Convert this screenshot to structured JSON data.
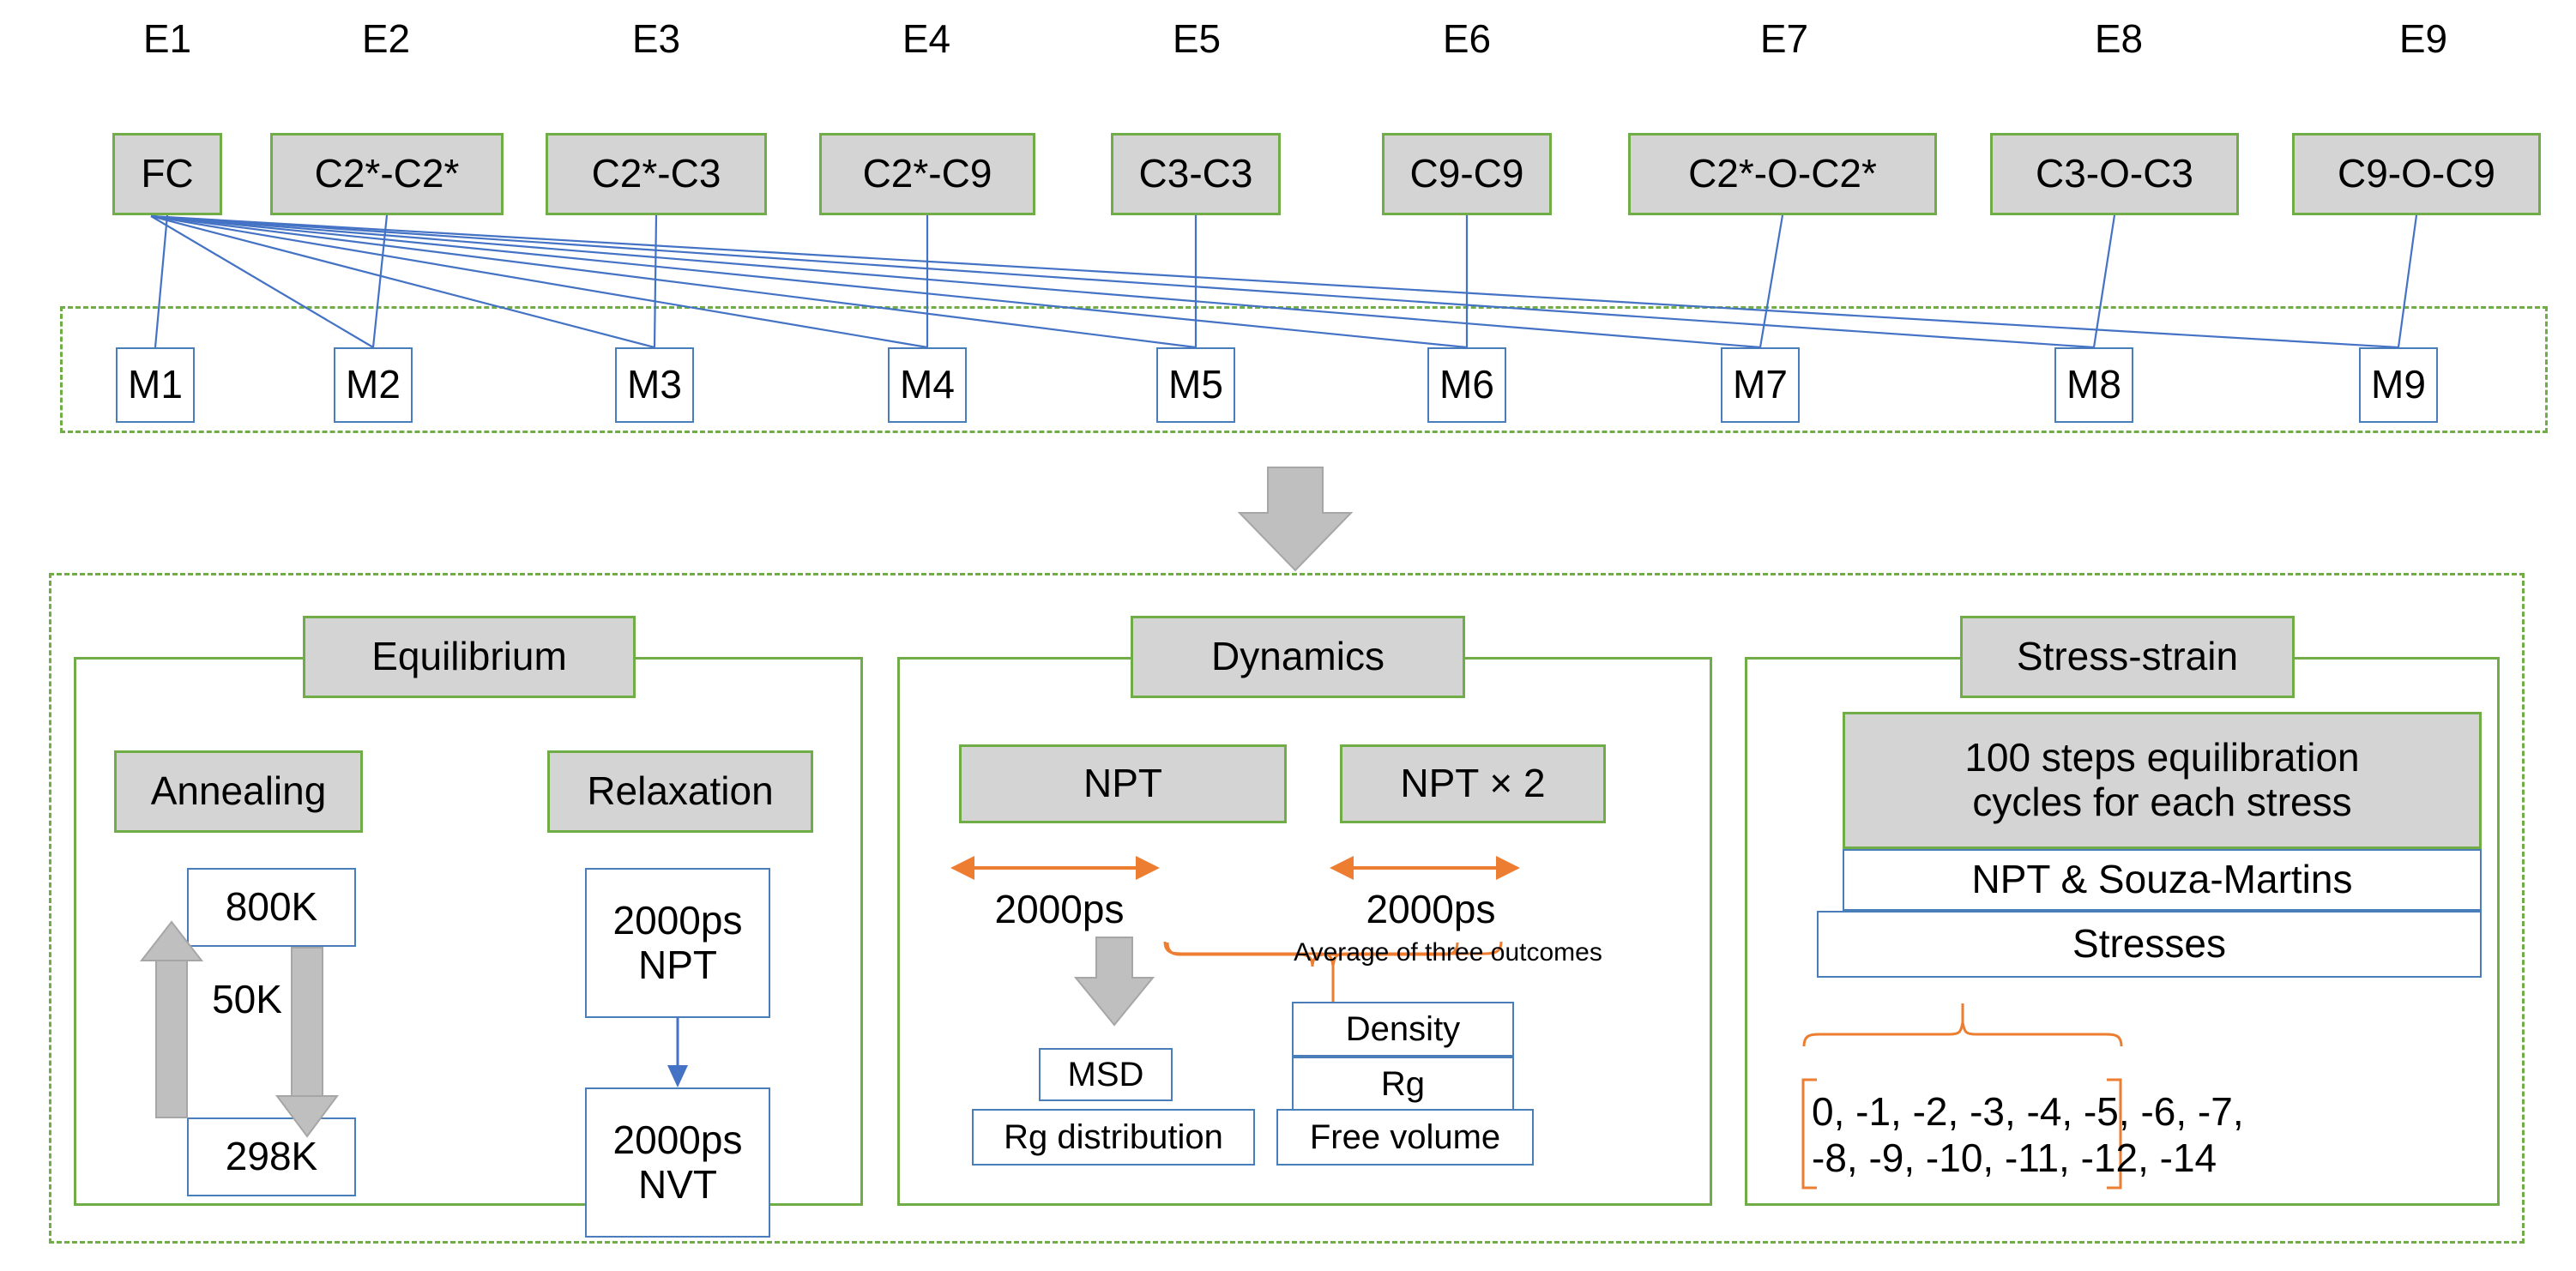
{
  "top": {
    "column_labels": [
      "E1",
      "E2",
      "E3",
      "E4",
      "E5",
      "E6",
      "E7",
      "E8",
      "E9"
    ],
    "chemistry_boxes": [
      "FC",
      "C2*-C2*",
      "C2*-C3",
      "C2*-C9",
      "C3-C3",
      "C9-C9",
      "C2*-O-C2*",
      "C3-O-C3",
      "C9-O-C9"
    ],
    "model_boxes": [
      "M1",
      "M2",
      "M3",
      "M4",
      "M5",
      "M6",
      "M7",
      "M8",
      "M9"
    ]
  },
  "equilibrium": {
    "title": "Equilibrium",
    "annealing": {
      "title": "Annealing",
      "high_temp": "800K",
      "step": "50K",
      "low_temp": "298K"
    },
    "relaxation": {
      "title": "Relaxation",
      "stage1": "2000ps\nNPT",
      "stage1_line1": "2000ps",
      "stage1_line2": "NPT",
      "stage2_line1": "2000ps",
      "stage2_line2": "NVT"
    }
  },
  "dynamics": {
    "title": "Dynamics",
    "left": {
      "ensemble": "NPT",
      "duration": "2000ps",
      "outputs": [
        "MSD",
        "Rg distribution"
      ]
    },
    "right": {
      "ensemble": "NPT × 2",
      "duration": "2000ps",
      "note": "Average of three outcomes",
      "outputs": [
        "Density",
        "Rg",
        "Free volume"
      ]
    }
  },
  "stress_strain": {
    "title": "Stress-strain",
    "equilibration": "100 steps equilibration\ncycles for each stress",
    "equilibration_line1": "100 steps equilibration",
    "equilibration_line2": "cycles for each stress",
    "method": "NPT & Souza-Martins",
    "stresses_label": "Stresses",
    "stress_values_line1": "0, -1, -2, -3, -4, -5, -6, -7,",
    "stress_values_line2": "-8, -9, -10, -11, -12, -14",
    "stress_values": [
      0,
      -1,
      -2,
      -3,
      -4,
      -5,
      -6,
      -7,
      -8,
      -9,
      -10,
      -11,
      -12,
      -14
    ]
  },
  "colors": {
    "green": "#70ad47",
    "grey_fill": "#d4d4d4",
    "blue_border": "#4a7ebb",
    "orange": "#ed7d31",
    "arrow_grey": "#bfbfbf"
  }
}
